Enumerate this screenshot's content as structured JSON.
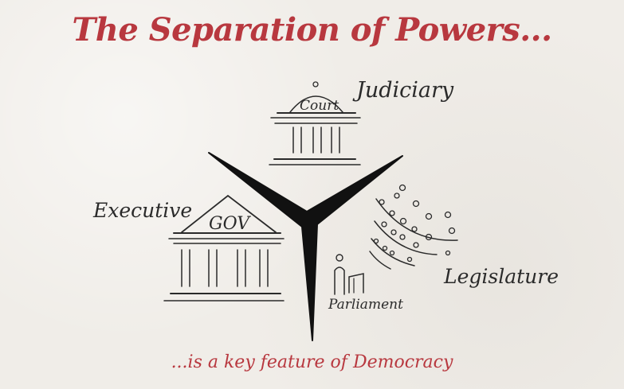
{
  "title": "The Separation of Powers...",
  "subtitle": "...is a key feature of Democracy",
  "branches": {
    "judiciary": {
      "label": "Judiciary",
      "building_text": "Court"
    },
    "executive": {
      "label": "Executive",
      "building_text": "GOV"
    },
    "legislature": {
      "label": "Legislature",
      "sublabel": "Parliament"
    }
  },
  "colors": {
    "accent": "#b8383f",
    "ink": "#2a2a2a",
    "paper": "#f0ede8"
  }
}
